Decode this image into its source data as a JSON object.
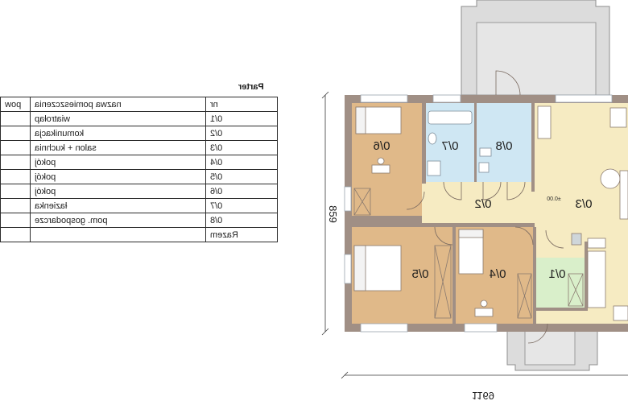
{
  "table": {
    "title": "Parter",
    "headers": {
      "nr": "nr",
      "name": "nazwa pomieszczenia",
      "area": "pow"
    },
    "rows": [
      {
        "nr": "0/1",
        "name": "wiatrołap"
      },
      {
        "nr": "0/2",
        "name": "komunikacja"
      },
      {
        "nr": "0/3",
        "name": "salon + kuchnia"
      },
      {
        "nr": "0/4",
        "name": "pokój"
      },
      {
        "nr": "0/5",
        "name": "pokój"
      },
      {
        "nr": "0/6",
        "name": "pokój"
      },
      {
        "nr": "0/7",
        "name": "łazienka"
      },
      {
        "nr": "0/8",
        "name": "pom. gospodarcze"
      }
    ],
    "footer": "Razem"
  },
  "plan": {
    "rooms": {
      "r01": "0/1",
      "r02": "0/2",
      "r03": "0/3",
      "r04": "0/4",
      "r05": "0/5",
      "r06": "0/6",
      "r07": "0/7",
      "r08": "0/8"
    },
    "level_mark": "±0.00",
    "dimension_width": "1169",
    "dimension_height": "859"
  },
  "colors": {
    "bedroom": "#e0b989",
    "hall": "#f6ebc2",
    "bathroom": "#cfe7f3",
    "vestibule": "#d9efca",
    "wall": "#a08f85",
    "terrace": "#dcdcdc"
  }
}
